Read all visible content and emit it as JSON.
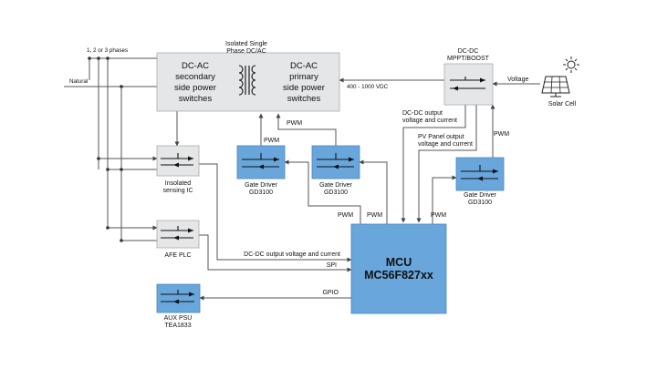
{
  "diagram": {
    "colors": {
      "block_gray": "#e4e6e8",
      "block_blue": "#68a6dc",
      "wire": "#555555",
      "text": "#111111"
    },
    "inputs": {
      "phases_label": "1, 2 or 3 phases",
      "natural_label": "Natural"
    },
    "blocks": {
      "isolated_title": [
        "Isolated Single",
        "Phase DC/AC"
      ],
      "dcac_secondary": [
        "DC-AC",
        "secondary",
        "side power",
        "switches"
      ],
      "dcac_primary": [
        "DC-AC",
        "primary",
        "side power",
        "switches"
      ],
      "dcdc_title": [
        "DC-DC",
        "MPPT/BOOST"
      ],
      "solar_cell": "Solar Cell",
      "sensing_ic": [
        "Insolated",
        "sensing IC"
      ],
      "afe_plc": "AFE PLC",
      "aux_psu": [
        "AUX PSU",
        "TEA1833"
      ],
      "gate_driver_1": [
        "Gate Driver",
        "GD3100"
      ],
      "gate_driver_2": [
        "Gate Driver",
        "GD3100"
      ],
      "gate_driver_3": [
        "Gate Driver",
        "GD3100"
      ],
      "mcu": [
        "MCU",
        "MC56F827xx"
      ]
    },
    "signals": {
      "voltage": "Voltage",
      "dc_bus": "400 - 1000 VDC",
      "pwm_primary": "PWM",
      "pwm_gd1": "PWM",
      "pwm_mcu_1": "PWM",
      "pwm_mcu_2": "PWM",
      "pwm_mcu_3": "PWM",
      "pwm_gd3": "PWM",
      "dcdc_output": [
        "DC-DC output",
        "voltage and current"
      ],
      "pv_panel_output": [
        "PV Panel output",
        "voltage and current"
      ],
      "dcdc_output_bus": "DC-DC output voltage and current",
      "spi": "SPI",
      "gpio": "GPIO"
    }
  }
}
